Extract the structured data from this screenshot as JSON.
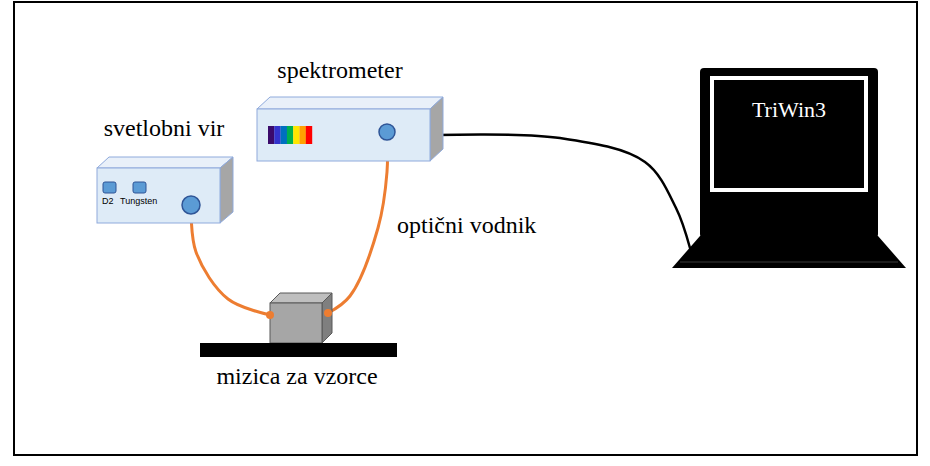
{
  "diagram": {
    "nodes": [
      {
        "text": [
          "svetlobni vir",
          "D2",
          "Tungsten"
        ]
      },
      {
        "text": [
          "spektrometer"
        ]
      },
      {
        "text": [
          "TriWin3"
        ]
      },
      {
        "text": [
          "mizica za vzorce"
        ]
      }
    ],
    "edges": [
      {
        "from": 0,
        "to": 3,
        "arrow": "none"
      },
      {
        "from": 3,
        "to": 1,
        "arrow": "none",
        "label": "optični vodnik"
      },
      {
        "from": 1,
        "to": 2,
        "arrow": "none"
      }
    ]
  }
}
